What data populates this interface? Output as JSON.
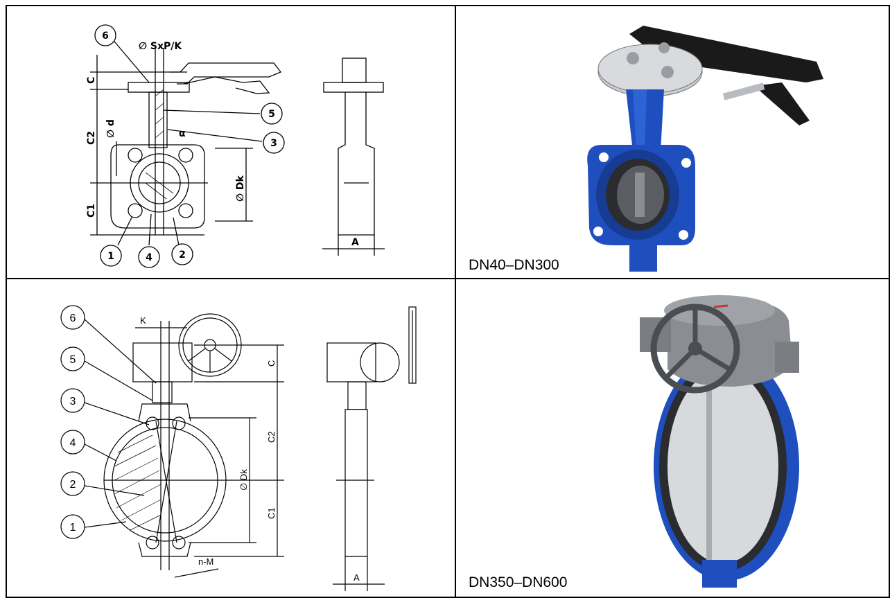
{
  "top_drawing": {
    "dim_labels": {
      "stem": "∅ SxP/K",
      "c": "C",
      "c2": "C2",
      "c1": "C1",
      "d": "∅ d",
      "alpha": "α",
      "dk": "∅ Dk",
      "a": "A"
    },
    "callouts": [
      "6",
      "5",
      "3",
      "1",
      "4",
      "2"
    ]
  },
  "top_photo": {
    "caption": "DN40–DN300"
  },
  "bottom_drawing": {
    "dim_labels": {
      "k": "K",
      "c": "C",
      "c2": "C2",
      "c1": "C1",
      "dk": "∅ Dk",
      "nm": "n-M",
      "a": "A"
    },
    "callouts": [
      "6",
      "5",
      "3",
      "4",
      "2",
      "1"
    ]
  },
  "bottom_photo": {
    "caption": "DN350–DN600"
  },
  "colors": {
    "body_blue": "#1f4fbf",
    "handle_black": "#1a1a1a",
    "steel_grey": "#8a8d92"
  }
}
